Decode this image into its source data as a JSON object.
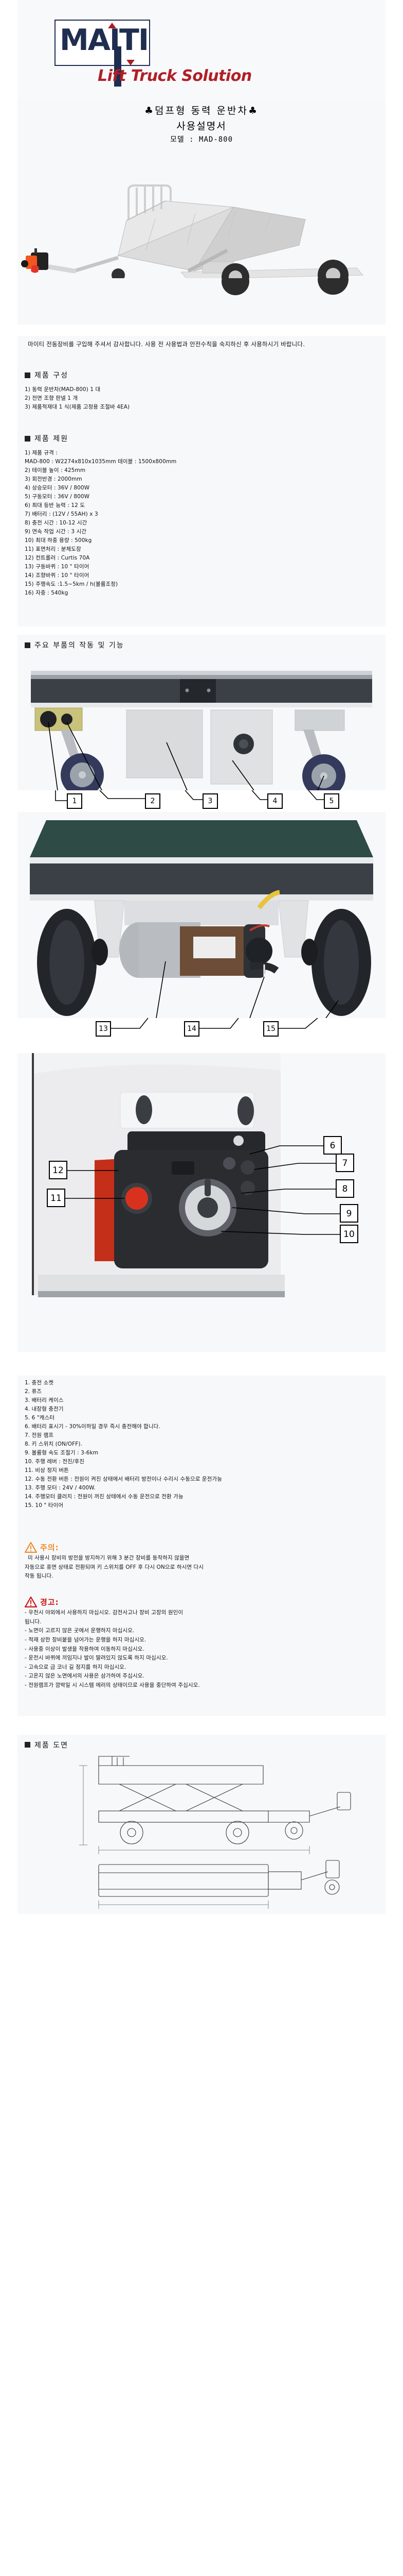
{
  "brand": {
    "logo_text": "MAITI",
    "tagline": "Lift Truck Solution"
  },
  "header": {
    "title_line1": "♣덤프형 동력 운반차♣",
    "title_line2": "사용설명서",
    "model_line": "모델 :  MAD-800"
  },
  "intro": {
    "paragraph": "마이티 전동장비를 구입해 주셔서 감사합니다. 사용 전 사용법과 안전수칙을 숙지하신 후 사용하시기 바랍니다."
  },
  "sections": {
    "composition": {
      "heading": "제품 구성",
      "items": [
        "1) 동력 운반차(MAD-800) 1 대",
        "2) 전면 조향 판넬 1 개",
        "3) 제품적재대 1 식(제품 고정용 조절바 4EA)"
      ]
    },
    "specs": {
      "heading": "제품 제원",
      "items": [
        "1) 제품 규격 :",
        "MAD-800 : W2274x810x1035mm 테이블 : 1500x800mm",
        "2) 테이블 높이 :  425mm",
        "3) 회전반경 : 2000mm",
        "4) 상승모터 : 36V / 800W",
        "5) 구동모터 : 36V / 800W",
        "6) 최대 등반 능력 : 12 도",
        "7) 배터리 : (12V / 55AH) x 3",
        "8) 충전 시간 : 10-12 시간",
        "9) 연속 작업 시간 : 3 시간",
        "10) 최대 하중 용량 : 500kg",
        "11) 표면처리 : 분체도장",
        "12) 컨트롤러 : Curtis 70A",
        "13) 구동바퀴 :  10 \" 타이어",
        "14) 조향바퀴 : 10 \" 타이어",
        "15) 주행속도 :1.5~5km / h(볼륨조정)",
        "16) 자중 : 540kg"
      ]
    },
    "parts": {
      "heading": "주요 부품의 작동 및 기능",
      "callouts_row1": [
        "1",
        "2",
        "3",
        "4",
        "5"
      ],
      "callouts_row2": [
        "13",
        "14",
        "15"
      ],
      "callouts_panel": [
        "6",
        "7",
        "8",
        "9",
        "10",
        "11",
        "12"
      ],
      "legend": [
        "1. 충전 소켓",
        "2. 퓨즈",
        "3. 배터리 케이스",
        "4. 내장형 충전기",
        "5. 6 \"캐스터",
        "6. 배터리 표시기 -  30%이하일 경우 즉시 충전해야 합니다.",
        "7. 전원 램프",
        "8. 키 스위치 (ON/OFF).",
        "9. 볼륨형 속도 조절기 : 3-6km",
        "10. 주행 레버 : 전진/후진",
        "11. 비상 정지 버튼",
        "12. 수동 전환 버튼 : 전원이 켜진 상태에서 배터리 방전이나 수리시 수동으로 운전가능",
        "13. 주행 모터 : 24V / 400W.",
        "14. 주행모터 클러치 : 전원이 꺼진 상태에서 수동 운전으로 전환 가능",
        "15. 10 \" 타이어"
      ]
    },
    "drawing": {
      "heading": "제품 도면"
    }
  },
  "warnings": {
    "caution": {
      "icon": "warning-triangle-icon",
      "label": "주의:",
      "color": "#ef8b25",
      "lines": [
        "미 사용시 장비의 방전을 방지하기 위해 3 분간 장비를 동작하지 않을면",
        "자동으로 휴면 상태로 전환되며 키 스위치를 OFF 후 다시 ON으로 하시면 다시",
        "작동 됩니다."
      ]
    },
    "danger": {
      "icon": "warning-triangle-icon",
      "label": "경고:",
      "color": "#cc1111",
      "lines": [
        "- 우천시 야외에서 사용하지 마십시오. 감전사고나 장비 고장의 원인이",
        "됩니다.",
        "- 노면이 고르지 않은 곳에서 운행하지 마십시오.",
        "- 적재 상한 장비붙을 넘어가는 운행을 하지 마십시오.",
        "- 사용중 이상이 발생을 작용하여 이동하지 마십시오.",
        "- 운전시 바퀴에 끼임지나 발이 딸려있지 않도록 하지 마십시오.",
        "- 고속으로 급 코너 길 정지를 하지 마십시오.",
        "- 고온지 않은 노면에서의 사용은 삼가하여 주십시오.",
        "- 전원램프가 깜박일 시 시스템 에러의 상태이므로 사용을 중단하여 주십시오."
      ]
    }
  },
  "colors": {
    "logo_navy": "#1f2d50",
    "logo_red": "#b01f26",
    "panel_bg": "#f7f8fa",
    "caution": "#ef8b25",
    "danger": "#cc1111"
  }
}
